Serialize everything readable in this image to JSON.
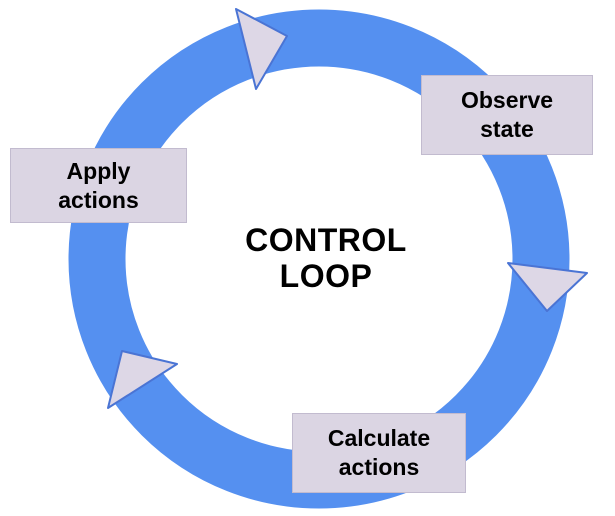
{
  "colors": {
    "background": "#FFFFFF",
    "ring": "#5590F0",
    "arrow_fill": "#DDD7E6",
    "arrow_stroke": "#4A74D4",
    "box_bg": "#DBD5E3",
    "text": "#000000"
  },
  "title": {
    "line1": "CONTROL",
    "line2": "LOOP"
  },
  "steps": [
    {
      "id": "observe-state",
      "line1": "Observe",
      "line2": "state"
    },
    {
      "id": "calculate-actions",
      "line1": "Calculate",
      "line2": "actions"
    },
    {
      "id": "apply-actions",
      "line1": "Apply",
      "line2": "actions"
    }
  ],
  "flow": {
    "direction": "clockwise",
    "arrow_count": 3
  }
}
